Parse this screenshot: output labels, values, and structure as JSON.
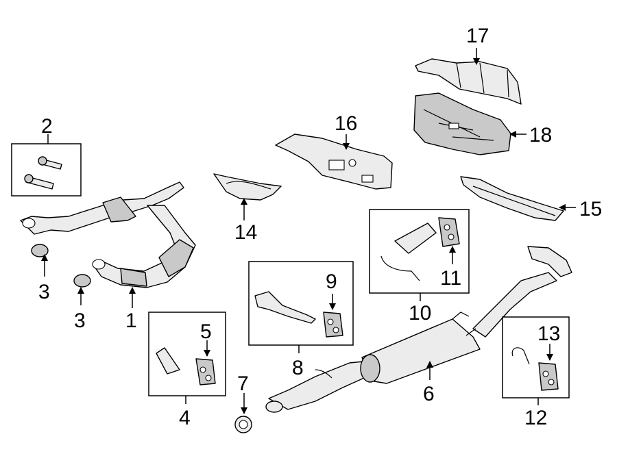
{
  "callouts": {
    "c1": "1",
    "c2": "2",
    "c3a": "3",
    "c3b": "3",
    "c4": "4",
    "c5": "5",
    "c6": "6",
    "c7": "7",
    "c8": "8",
    "c9": "9",
    "c10": "10",
    "c11": "11",
    "c12": "12",
    "c13": "13",
    "c14": "14",
    "c15": "15",
    "c16": "16",
    "c17": "17",
    "c18": "18"
  }
}
